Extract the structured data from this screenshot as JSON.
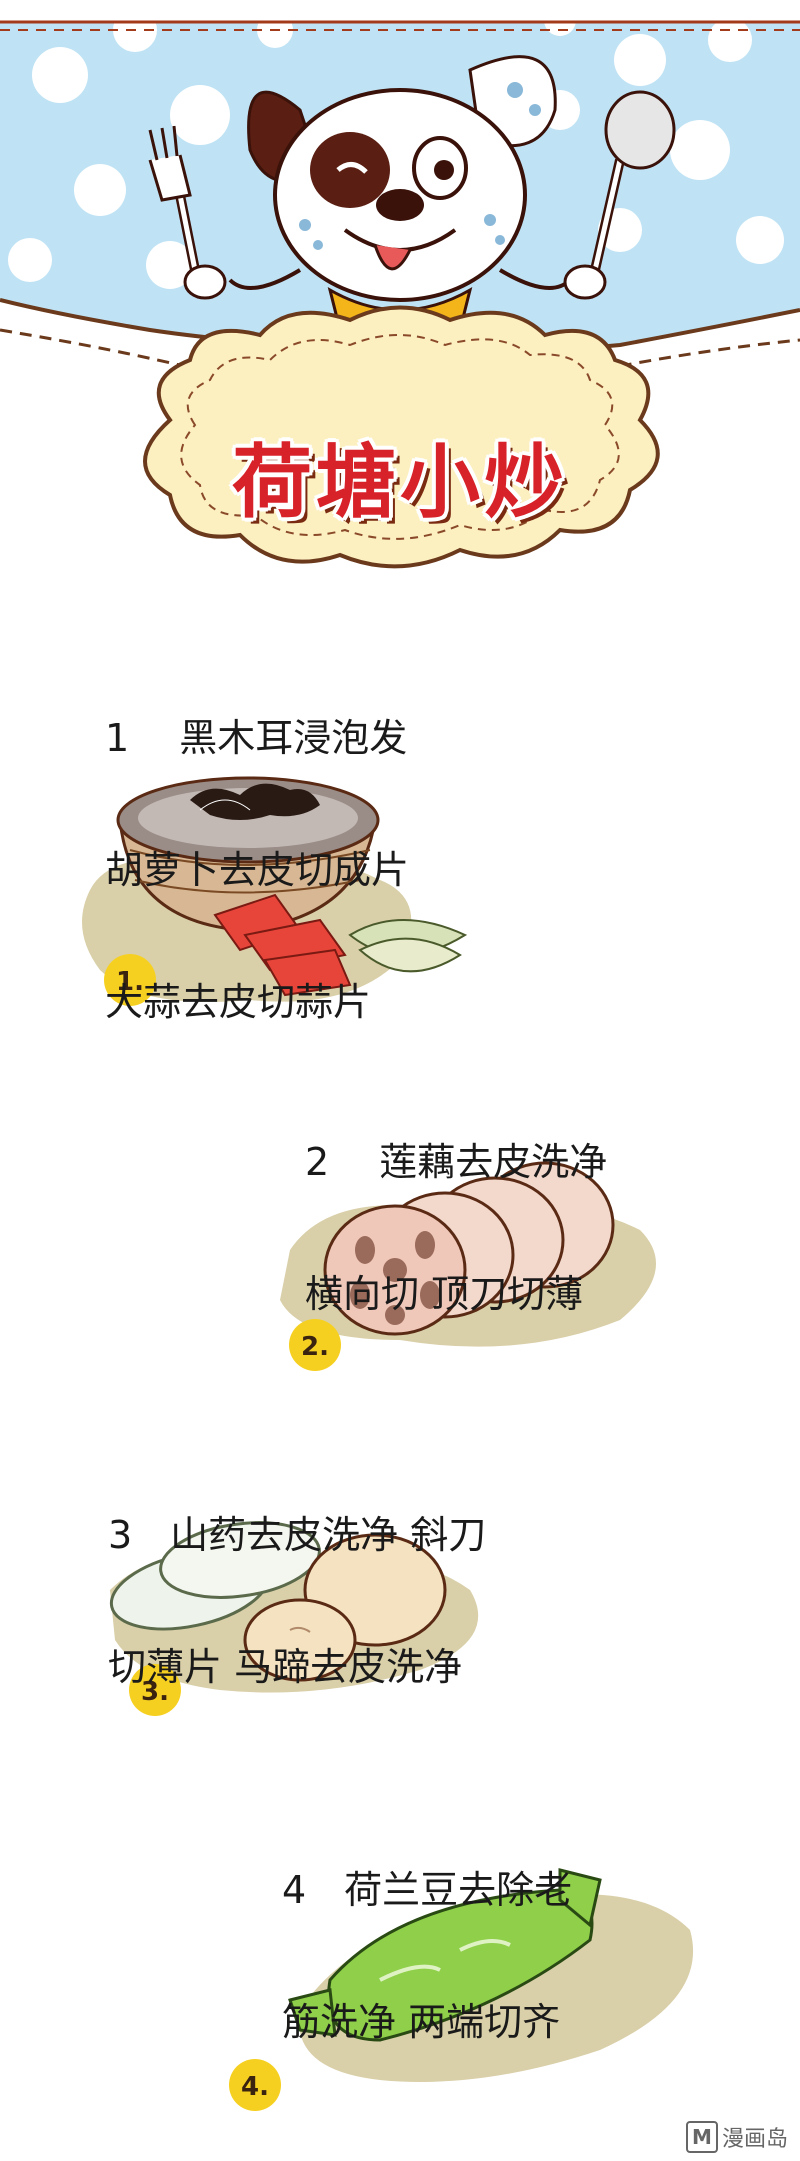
{
  "title": "荷塘小炒",
  "steps": [
    {
      "number": "1",
      "lines": [
        "1　 黑木耳浸泡发",
        "胡萝卜去皮切成片",
        "大蒜去皮切蒜片"
      ],
      "badge": "1."
    },
    {
      "number": "2",
      "lines": [
        "2　 莲藕去皮洗净",
        "横向切 顶刀切薄"
      ],
      "badge": "2."
    },
    {
      "number": "3",
      "lines": [
        "3　山药去皮洗净 斜刀",
        "切薄片 马蹄去皮洗净"
      ],
      "badge": "3."
    },
    {
      "number": "4",
      "lines": [
        "4　荷兰豆去除老",
        "筋洗净 两端切齐"
      ],
      "badge": "4."
    }
  ],
  "watermark": {
    "logo": "M",
    "text": "漫画岛"
  },
  "colors": {
    "sky": "#bfe3f4",
    "title_red": "#d8222a",
    "cloud": "#fcefc0",
    "badge": "#f6d021",
    "shadow": "#d9cfa8"
  },
  "icons": [
    "dog-mascot-icon",
    "fork-icon",
    "spoon-icon",
    "cloud-banner-icon",
    "bowl-icon",
    "carrot-slices-icon",
    "garlic-icon",
    "lotus-root-icon",
    "yam-slices-icon",
    "snow-pea-icon"
  ]
}
